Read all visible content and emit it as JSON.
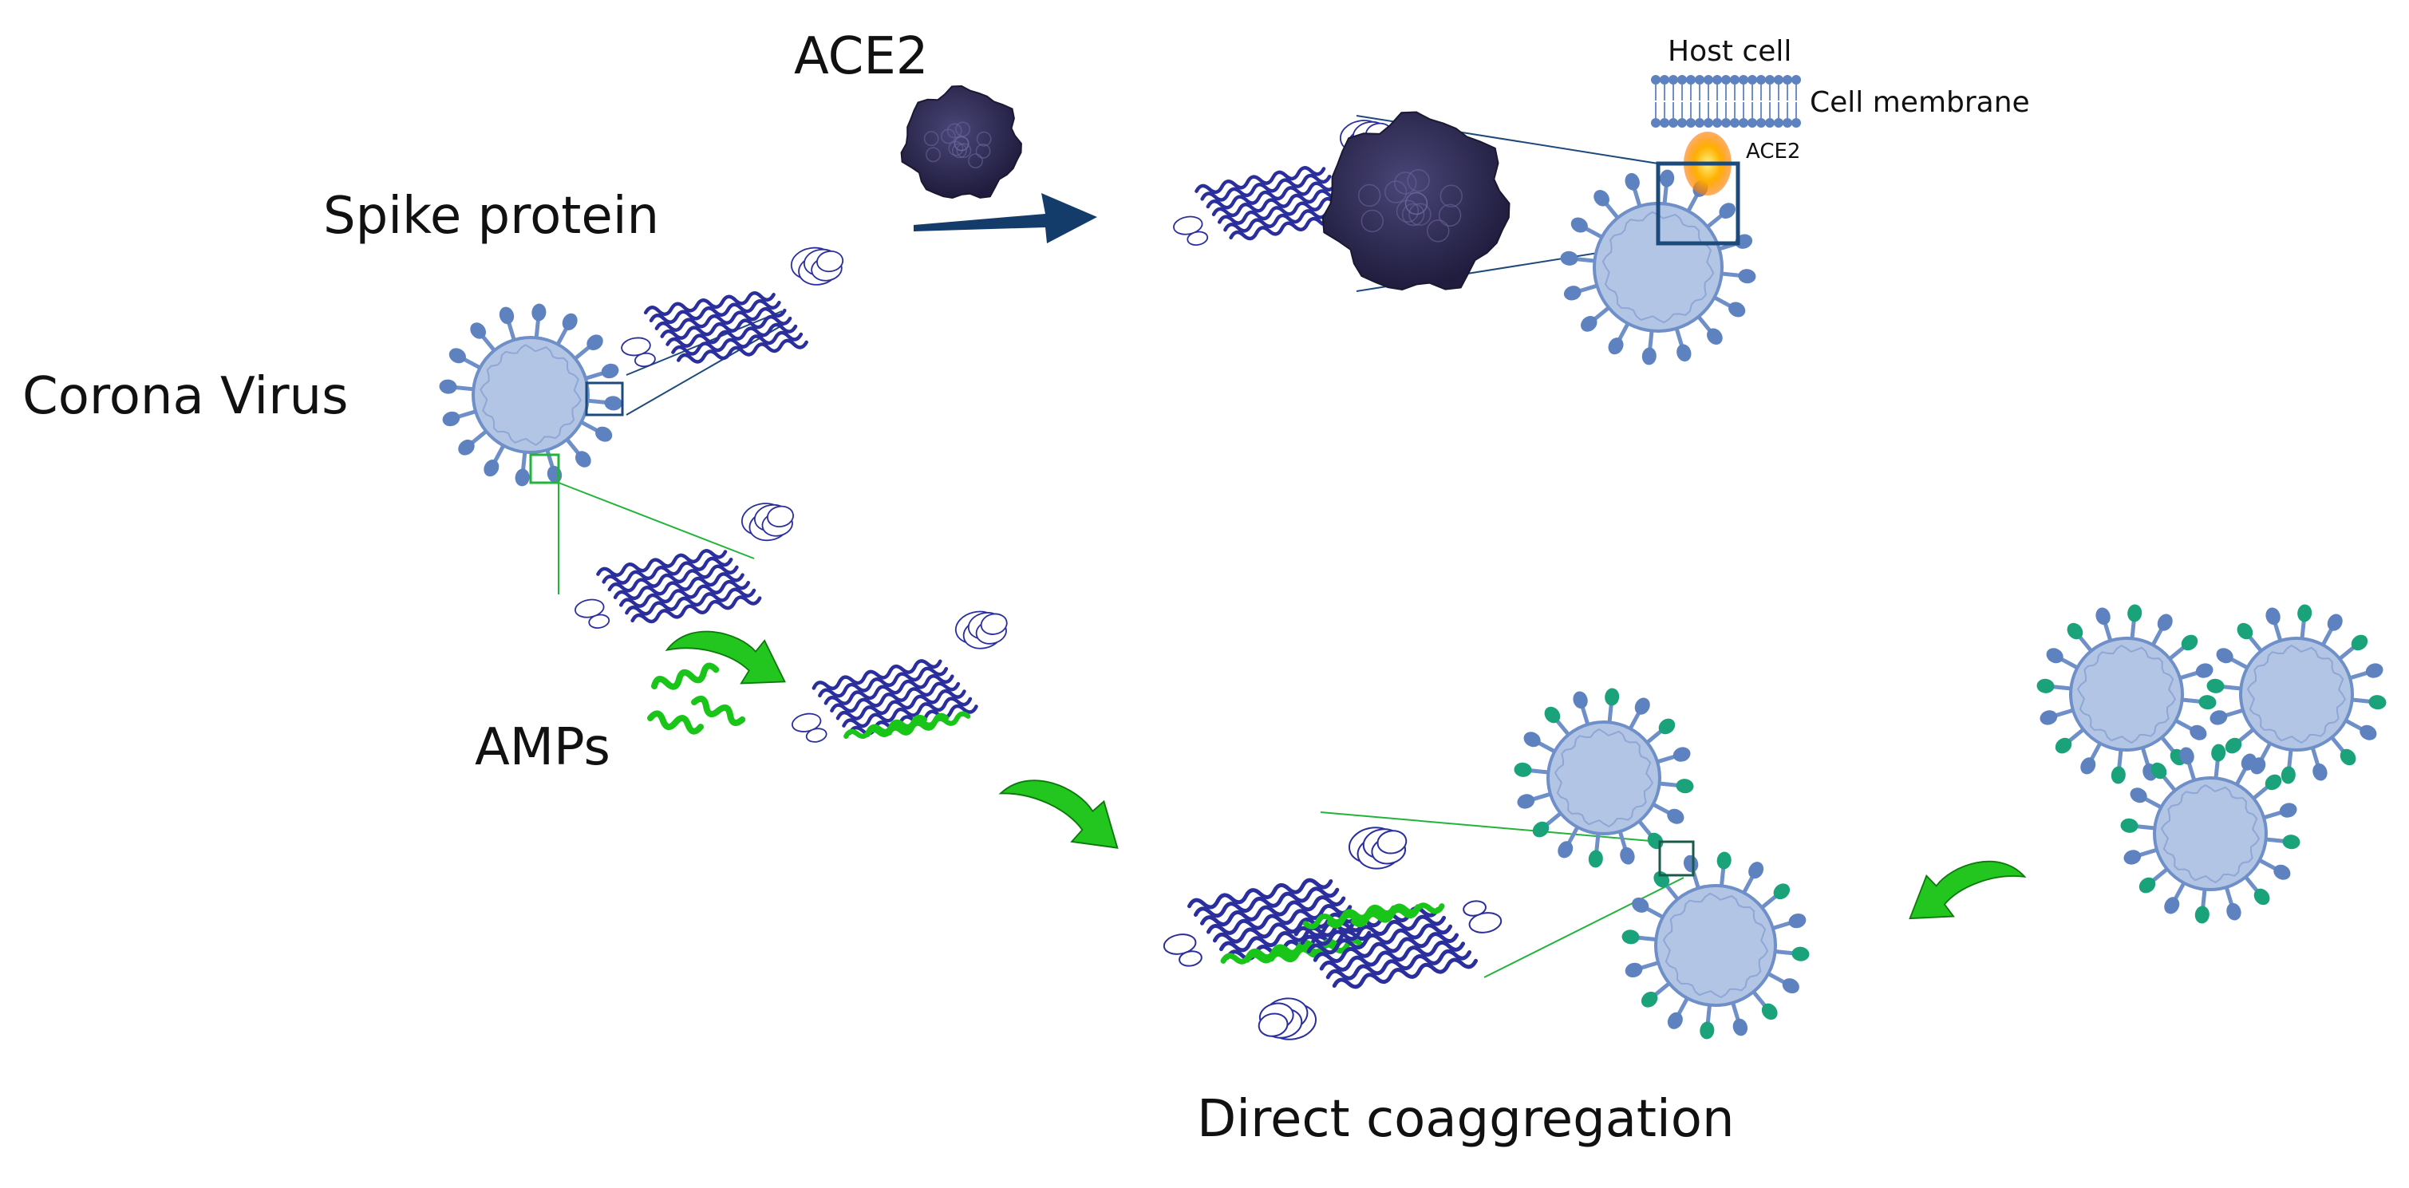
{
  "labels": {
    "ace2_title": "ACE2",
    "spike_protein": "Spike protein",
    "corona_virus": "Corona Virus",
    "amps": "AMPs",
    "direct_coaggregation": "Direct coaggregation",
    "host_cell": "Host cell",
    "cell_membrane": "Cell membrane",
    "ace2_small": "ACE2"
  },
  "colors": {
    "virus_body": "#b3c5e4",
    "virus_outline": "#6e8fc7",
    "spike": "#6e8fc7",
    "spike_tip": "#5e82c0",
    "amp_tip": "#1aa37a",
    "protein": "#2b2f9e",
    "ace2_protein": "#2f2c55",
    "amp_green": "#19c519",
    "arrow_blue": "#143c6b",
    "arrow_green": "#22c61e",
    "glow": "#ffb000"
  },
  "icons": {
    "virus": "coronavirus-icon",
    "spike": "spike-protein-icon",
    "ace2": "ace2-protein-icon",
    "amp": "amp-peptide-icon",
    "membrane": "cell-membrane-icon"
  }
}
